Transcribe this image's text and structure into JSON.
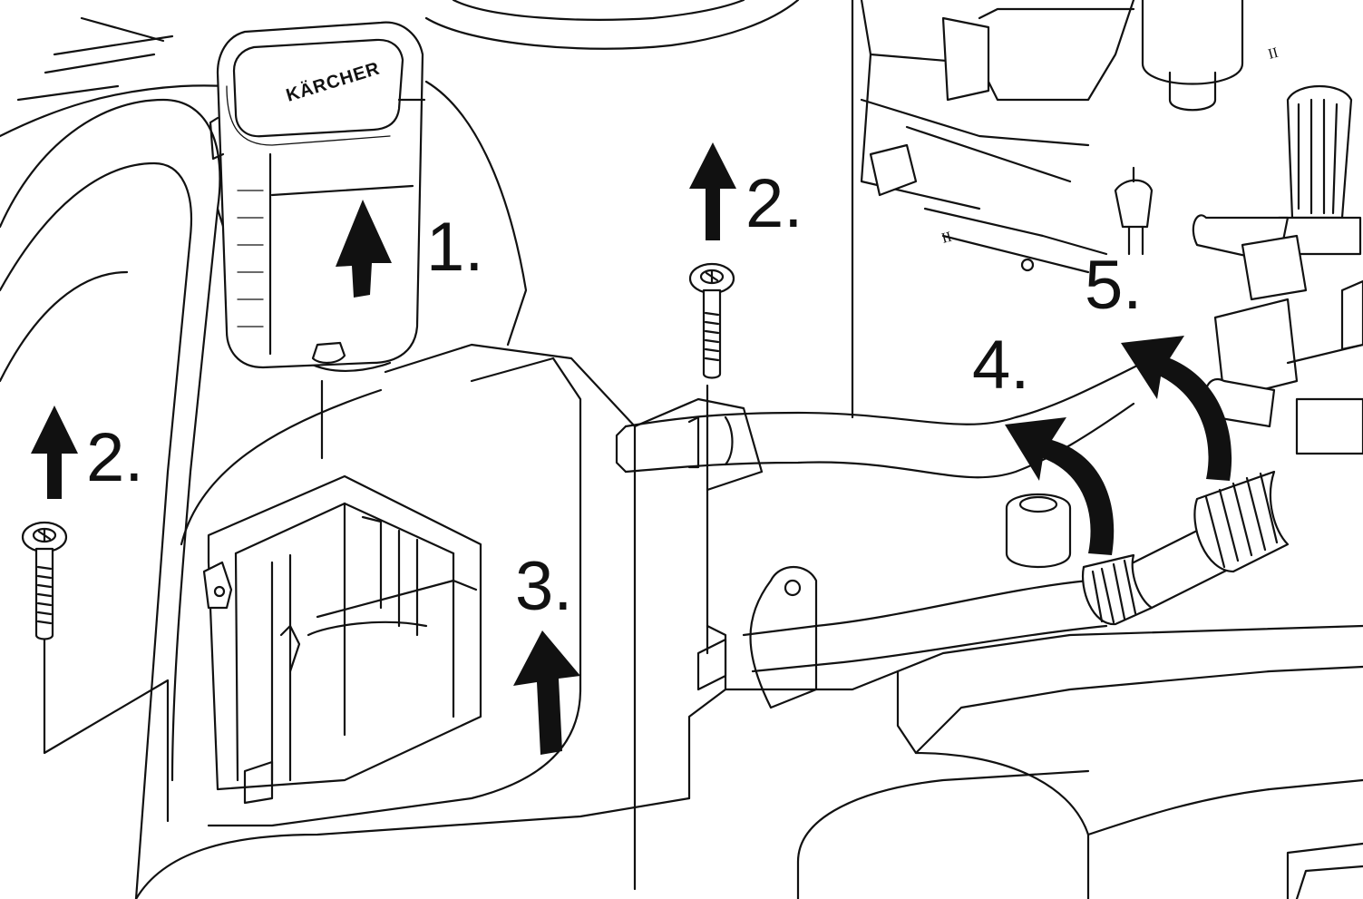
{
  "diagram": {
    "brand_label": "KÄRCHER",
    "steps": {
      "one": "1.",
      "two_left": "2.",
      "two_center": "2.",
      "three": "3.",
      "four": "4.",
      "five": "5."
    },
    "part_marks": {
      "left": "II",
      "right": "II"
    }
  }
}
